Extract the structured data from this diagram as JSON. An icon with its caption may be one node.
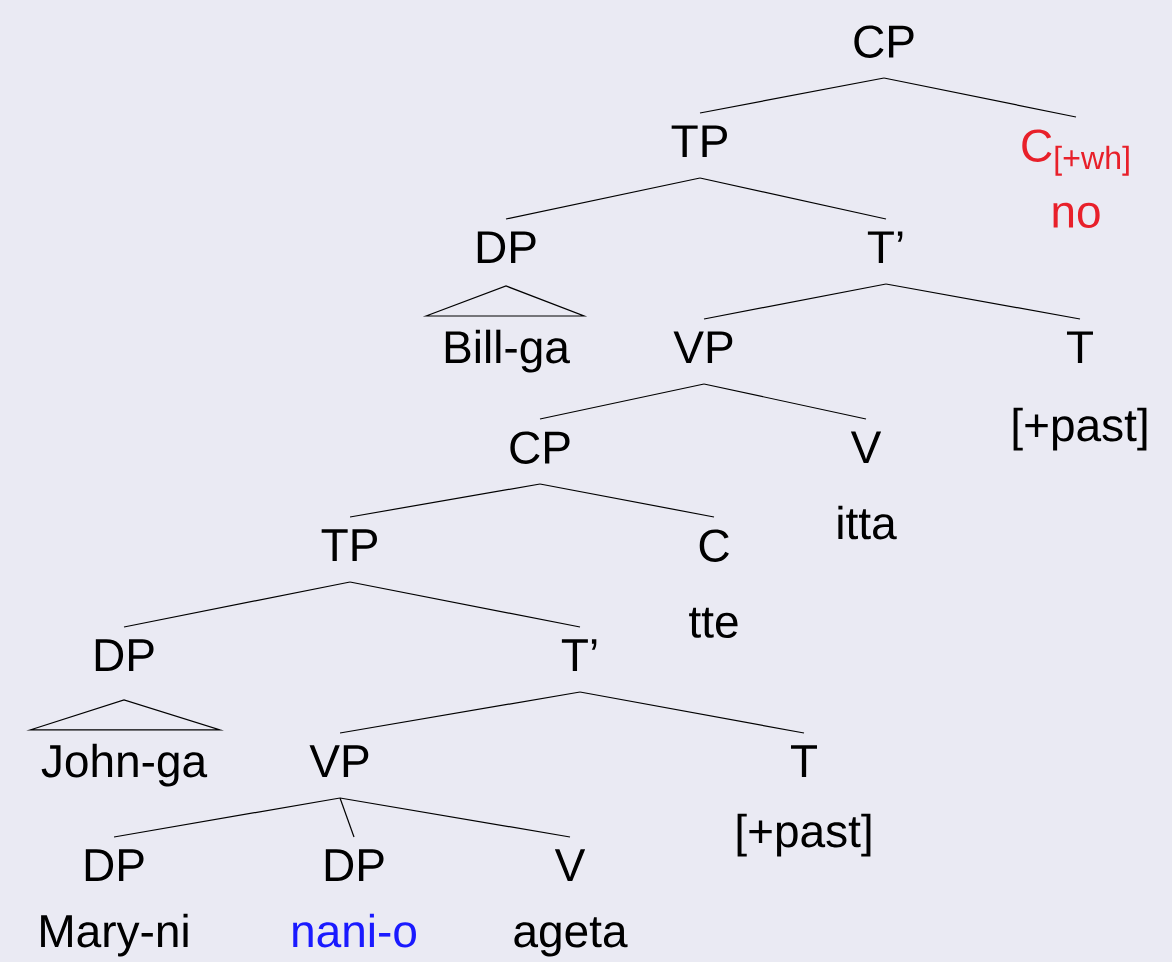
{
  "diagram": {
    "nodes": [
      {
        "text": [
          "CP"
        ]
      },
      {
        "text": [
          "TP"
        ]
      },
      {
        "text": [
          "C$_{[+wh]}$",
          "no"
        ]
      },
      {
        "text": [
          "DP",
          "Bill-ga"
        ]
      },
      {
        "text": [
          "T’"
        ]
      },
      {
        "text": [
          "VP"
        ]
      },
      {
        "text": [
          "T",
          "[+past]"
        ]
      },
      {
        "text": [
          "CP"
        ]
      },
      {
        "text": [
          "V",
          "itta"
        ]
      },
      {
        "text": [
          "TP"
        ]
      },
      {
        "text": [
          "C",
          "tte"
        ]
      },
      {
        "text": [
          "DP",
          "John-ga"
        ]
      },
      {
        "text": [
          "T’"
        ]
      },
      {
        "text": [
          "VP"
        ]
      },
      {
        "text": [
          "T",
          "[+past]"
        ]
      },
      {
        "text": [
          "DP",
          "Mary-ni"
        ]
      },
      {
        "text": [
          "DP",
          "nani-o"
        ]
      },
      {
        "text": [
          "V",
          "ageta"
        ]
      }
    ],
    "edges": [
      {
        "from": 0,
        "to": 1,
        "arrow": "none"
      },
      {
        "from": 0,
        "to": 2,
        "arrow": "none"
      },
      {
        "from": 1,
        "to": 3,
        "arrow": "none"
      },
      {
        "from": 1,
        "to": 4,
        "arrow": "none"
      },
      {
        "from": 4,
        "to": 5,
        "arrow": "none"
      },
      {
        "from": 4,
        "to": 6,
        "arrow": "none"
      },
      {
        "from": 5,
        "to": 7,
        "arrow": "none"
      },
      {
        "from": 5,
        "to": 8,
        "arrow": "none"
      },
      {
        "from": 7,
        "to": 9,
        "arrow": "none"
      },
      {
        "from": 7,
        "to": 10,
        "arrow": "none"
      },
      {
        "from": 9,
        "to": 11,
        "arrow": "none"
      },
      {
        "from": 9,
        "to": 12,
        "arrow": "none"
      },
      {
        "from": 12,
        "to": 13,
        "arrow": "none"
      },
      {
        "from": 12,
        "to": 14,
        "arrow": "none"
      },
      {
        "from": 13,
        "to": 15,
        "arrow": "none"
      },
      {
        "from": 13,
        "to": 16,
        "arrow": "none"
      },
      {
        "from": 13,
        "to": 17,
        "arrow": "none"
      }
    ]
  }
}
